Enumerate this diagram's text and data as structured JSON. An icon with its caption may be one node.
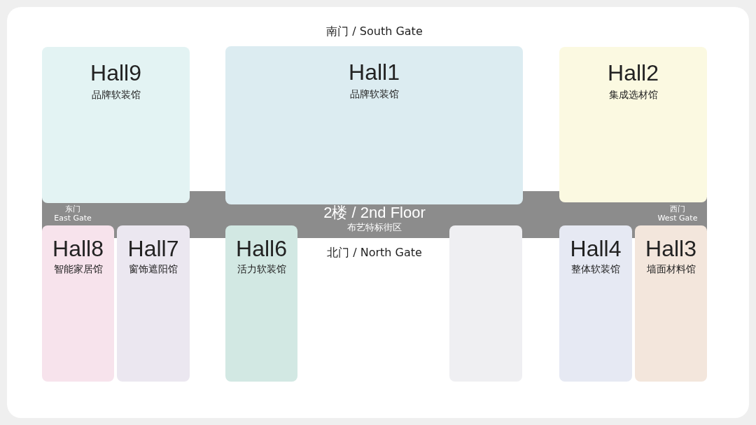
{
  "diagram": {
    "nodes": [
      {
        "text": [
          "2楼 / 2nd Floor",
          "布艺特标街区"
        ]
      },
      {
        "text": [
          "Hall9",
          "品牌软装馆"
        ]
      },
      {
        "text": [
          "Hall1",
          "品牌软装馆"
        ]
      },
      {
        "text": [
          "Hall2",
          "集成选材馆"
        ]
      },
      {
        "text": [
          "Hall8",
          "智能家居馆"
        ]
      },
      {
        "text": [
          "Hall7",
          "窗饰遮阳馆"
        ]
      },
      {
        "text": [
          "Hall6",
          "活力软装馆"
        ]
      },
      {
        "text": [],
        "shape": "box"
      },
      {
        "text": [
          "Hall4",
          "整体软装馆"
        ]
      },
      {
        "text": [
          "Hall3",
          "墙面材料馆"
        ]
      }
    ],
    "labels": [
      "南门 / South Gate",
      "东门 East Gate",
      "西门 West Gate",
      "北门 / North Gate"
    ]
  }
}
